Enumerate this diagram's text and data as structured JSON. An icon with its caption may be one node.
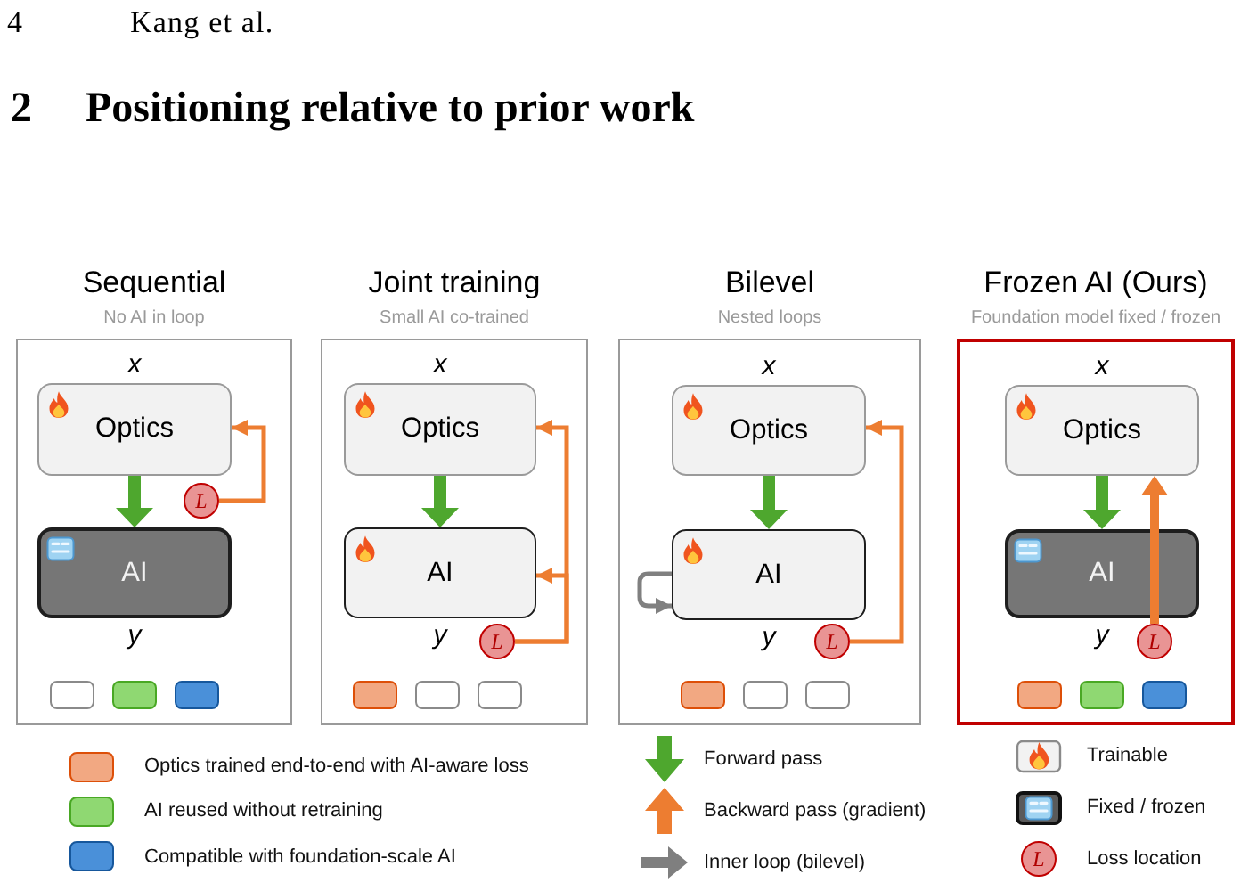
{
  "diagram": {
    "title": "Positioning relative to prior work",
    "nodes": [
      {
        "text": [
          "Sequential",
          "No AI in loop"
        ]
      },
      {
        "text": [
          "Optics"
        ],
        "in": 0,
        "beside": [
          "x"
        ]
      },
      {
        "text": [
          "L"
        ],
        "in": 0
      },
      {
        "text": [
          "AI"
        ],
        "in": 0,
        "beside": [
          "y"
        ]
      },
      {
        "text": [],
        "shape": "box",
        "in": 0
      },
      {
        "text": [],
        "shape": "box",
        "in": 0
      },
      {
        "text": [],
        "shape": "box",
        "in": 0
      },
      {
        "text": [
          "Joint training",
          "Small AI co-trained"
        ]
      },
      {
        "text": [
          "Optics"
        ],
        "in": 7,
        "beside": [
          "x"
        ]
      },
      {
        "text": [
          "AI"
        ],
        "in": 7,
        "beside": [
          "y"
        ]
      },
      {
        "text": [
          "L"
        ],
        "in": 7
      },
      {
        "text": [],
        "shape": "box",
        "in": 7
      },
      {
        "text": [],
        "shape": "box",
        "in": 7
      },
      {
        "text": [],
        "shape": "box",
        "in": 7
      },
      {
        "text": [
          "Bilevel",
          "Nested loops"
        ]
      },
      {
        "text": [
          "Optics"
        ],
        "in": 14,
        "beside": [
          "x"
        ]
      },
      {
        "text": [
          "AI"
        ],
        "in": 14,
        "beside": [
          "y"
        ]
      },
      {
        "text": [
          "L"
        ],
        "in": 14
      },
      {
        "text": [],
        "shape": "box",
        "in": 14
      },
      {
        "text": [],
        "shape": "box",
        "in": 14
      },
      {
        "text": [],
        "shape": "box",
        "in": 14
      },
      {
        "text": [
          "Frozen AI (Ours)",
          "Foundation model fixed / frozen"
        ]
      },
      {
        "text": [
          "Optics"
        ],
        "in": 21,
        "beside": [
          "x"
        ]
      },
      {
        "text": [
          "AI"
        ],
        "in": 21,
        "beside": [
          "y"
        ]
      },
      {
        "text": [
          "L"
        ],
        "in": 21
      },
      {
        "text": [],
        "shape": "box",
        "in": 21
      },
      {
        "text": [],
        "shape": "box",
        "in": 21
      },
      {
        "text": [],
        "shape": "box",
        "in": 21
      }
    ],
    "edges": [
      {
        "from": 1,
        "to": 3,
        "arrow": "to",
        "style": "thick",
        "color": "#4ea72e"
      },
      {
        "from": 2,
        "to": 1,
        "arrow": "to"
      },
      {
        "from": 8,
        "to": 9,
        "arrow": "to",
        "style": "thick",
        "color": "#4ea72e"
      },
      {
        "from": 10,
        "to": 8,
        "arrow": "to"
      },
      {
        "from": 10,
        "to": 9,
        "arrow": "to"
      },
      {
        "from": 15,
        "to": 16,
        "arrow": "to",
        "style": "thick",
        "color": "#4ea72e"
      },
      {
        "from": 16,
        "to": 16,
        "arrow": "to",
        "color": "#808080"
      },
      {
        "from": 17,
        "to": 15,
        "arrow": "to"
      },
      {
        "from": 22,
        "to": 23,
        "arrow": "to",
        "style": "thick",
        "color": "#4ea72e"
      },
      {
        "from": 24,
        "to": 22,
        "arrow": "to",
        "style": "thick"
      }
    ],
    "labels": [
      "4",
      "Kang et al.",
      "2",
      "L"
    ],
    "legend": [
      {
        "text": "Optics trained end-to-end with AI-aware loss",
        "color": "#f2a882"
      },
      {
        "text": "AI reused without retraining",
        "color": "#8fd872"
      },
      {
        "text": "Compatible with foundation-scale AI",
        "color": "#4a90d9"
      },
      {
        "text": "Forward pass"
      },
      {
        "text": "Backward pass (gradient)"
      },
      {
        "text": "Inner loop (bilevel)"
      },
      {
        "text": "Trainable"
      },
      {
        "text": "Fixed / frozen"
      },
      {
        "text": "Loss location"
      }
    ]
  }
}
